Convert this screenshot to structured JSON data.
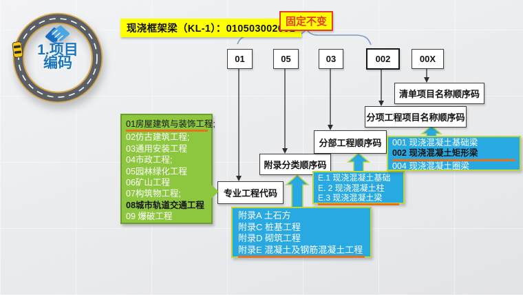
{
  "header": {
    "title": "现浇框架梁（KL-1）：010503002001",
    "fixed_note": "固定不变"
  },
  "badge": {
    "line1": "1.项目",
    "line2": "编码",
    "icon": "handshake-icon"
  },
  "digits": [
    {
      "code": "01"
    },
    {
      "code": "05"
    },
    {
      "code": "03"
    },
    {
      "code": "002"
    },
    {
      "code": "00X"
    }
  ],
  "levels": [
    {
      "label": "专业工程代码"
    },
    {
      "label": "附录分类顺序码"
    },
    {
      "label": "分部工程顺序码"
    },
    {
      "label": "分项工程项目名称顺序码"
    },
    {
      "label": "清单项目名称顺序码"
    }
  ],
  "green_list": {
    "items": [
      {
        "text": "01房屋建筑与装饰工程;"
      },
      {
        "text": "02仿古建筑工程;"
      },
      {
        "text": "03通用安装工程"
      },
      {
        "text": "04市政工程;"
      },
      {
        "text": "05园林绿化工程"
      },
      {
        "text": "06矿山工程"
      },
      {
        "text": "07构筑物工程;"
      },
      {
        "text": "08城市轨道交通工程"
      },
      {
        "text": "09 爆破工程"
      }
    ]
  },
  "appendix_list": {
    "items": [
      {
        "text": "附录A 土石方"
      },
      {
        "text": "附录C 桩基工程"
      },
      {
        "text": "附录D 砌筑工程"
      },
      {
        "text": "附录E 混凝土及钢筋混凝土工程"
      }
    ]
  },
  "section_list": {
    "items": [
      {
        "text": "E.1 现浇混凝土基础"
      },
      {
        "text": "E. 2 现浇混凝土柱"
      },
      {
        "text": "E.3 现浇混凝土梁"
      }
    ]
  },
  "sequence_list": {
    "items": [
      {
        "text": "001 现浇混凝土基础梁"
      },
      {
        "text": "002 现浇混凝土矩形梁"
      },
      {
        "text": "004 现浇混凝土圈梁"
      }
    ]
  },
  "colors": {
    "highlight_yellow": "#ffff00",
    "alert_red": "#e43b2c",
    "green_panel": "#8dc63f",
    "blue_panel": "#29a9e1",
    "underline_orange": "#e8701a",
    "badge_blue": "#1c75bc",
    "road_gray": "#5a6066",
    "road_edge_orange": "#d9a441"
  }
}
